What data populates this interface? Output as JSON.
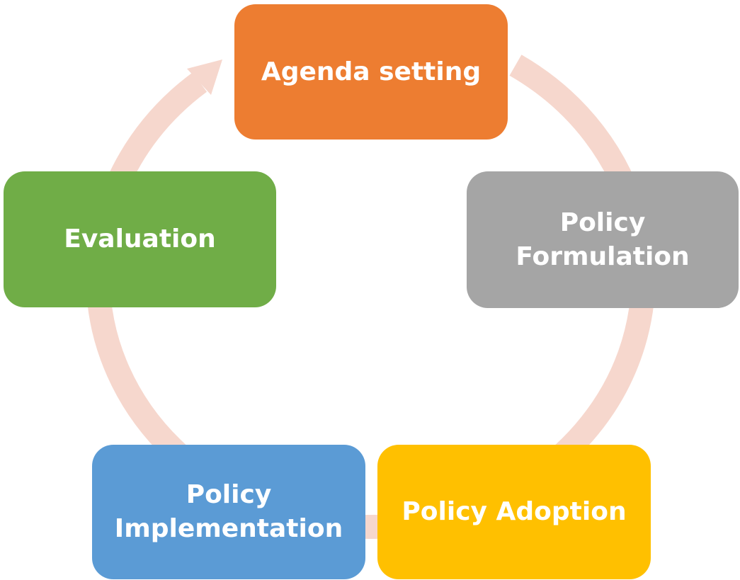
{
  "diagram": {
    "arrow_color": "#f6d7cd",
    "stages": [
      {
        "label_lines": [
          "Agenda setting"
        ],
        "color": "#ed7d31"
      },
      {
        "label_lines": [
          "Policy",
          "Formulation"
        ],
        "color": "#a5a5a5"
      },
      {
        "label_lines": [
          "Policy Adoption"
        ],
        "color": "#ffc000"
      },
      {
        "label_lines": [
          "Policy",
          "Implementation"
        ],
        "color": "#5b9bd5"
      },
      {
        "label_lines": [
          "Evaluation"
        ],
        "color": "#70ad47"
      }
    ]
  }
}
